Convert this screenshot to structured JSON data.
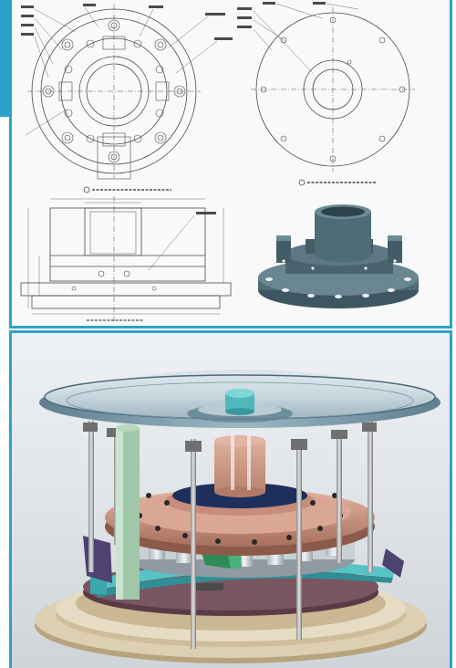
{
  "colors": {
    "frame_accent": "#2aa3c9",
    "drawing_background": "#f8f9fb",
    "line_ink": "#4a4a4a",
    "part_model_fill": "#4f6b76",
    "render_plate": "#7fa3b3",
    "render_copper": "#c89a86",
    "render_cyan": "#57c3c6",
    "render_base": "#d9c9a8"
  },
  "icons": {
    "drawing_views": [
      "top-view-circle",
      "bottom-view-circle",
      "section-view-rectangle",
      "isometric-part-model"
    ],
    "render": "assembly-render"
  }
}
